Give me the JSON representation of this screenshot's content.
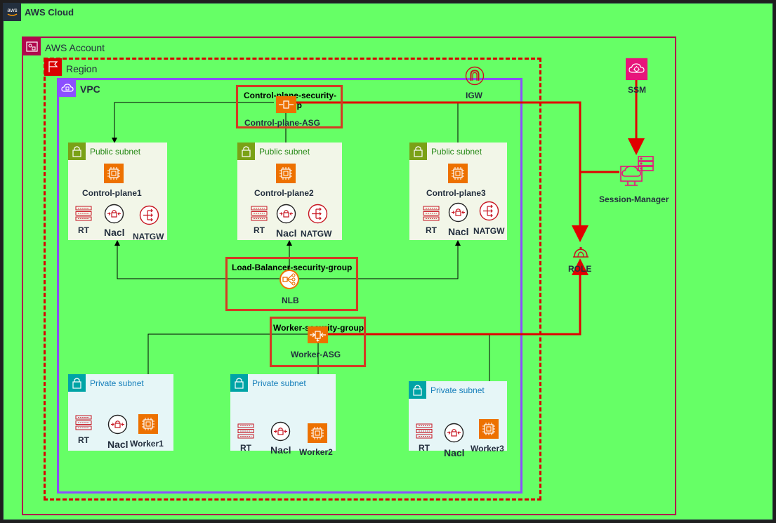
{
  "containers": {
    "cloud": "AWS Cloud",
    "account": "AWS Account",
    "region": "Region",
    "vpc": "VPC"
  },
  "security_groups": {
    "control_plane": {
      "title": "Control-plane-security-group",
      "asg": "Control-plane-ASG"
    },
    "load_balancer": {
      "title": "Load-Balancer-security-group",
      "node": "NLB"
    },
    "worker": {
      "title": "Worker-security-group",
      "asg": "Worker-ASG"
    }
  },
  "public_subnets": [
    {
      "title": "Public subnet",
      "instance": "Control-plane1",
      "rt": "RT",
      "nacl": "Nacl",
      "natgw": "NATGW"
    },
    {
      "title": "Public subnet",
      "instance": "Control-plane2",
      "rt": "RT",
      "nacl": "Nacl",
      "natgw": "NATGW"
    },
    {
      "title": "Public subnet",
      "instance": "Control-plane3",
      "rt": "RT",
      "nacl": "Nacl",
      "natgw": "NATGW"
    }
  ],
  "private_subnets": [
    {
      "title": "Private subnet",
      "instance": "Worker1",
      "rt": "RT",
      "nacl": "Nacl"
    },
    {
      "title": "Private subnet",
      "instance": "Worker2",
      "rt": "RT",
      "nacl": "Nacl"
    },
    {
      "title": "Private subnet",
      "instance": "Worker3",
      "rt": "RT",
      "nacl": "Nacl"
    }
  ],
  "nodes": {
    "igw": "IGW",
    "ssm": "SSM",
    "session_manager": "Session-Manager",
    "role": "ROLE"
  },
  "colors": {
    "cloud_bg": "#66ff66",
    "account_border": "#b0084d",
    "region_border": "#d90000",
    "vpc_border": "#8c4fff",
    "sg_border": "#d33b22",
    "compute": "#ed7100",
    "network": "#c7131f",
    "public_subnet": "#7aa116",
    "private_subnet": "#00a4a6",
    "ssm": "#e7157b"
  }
}
